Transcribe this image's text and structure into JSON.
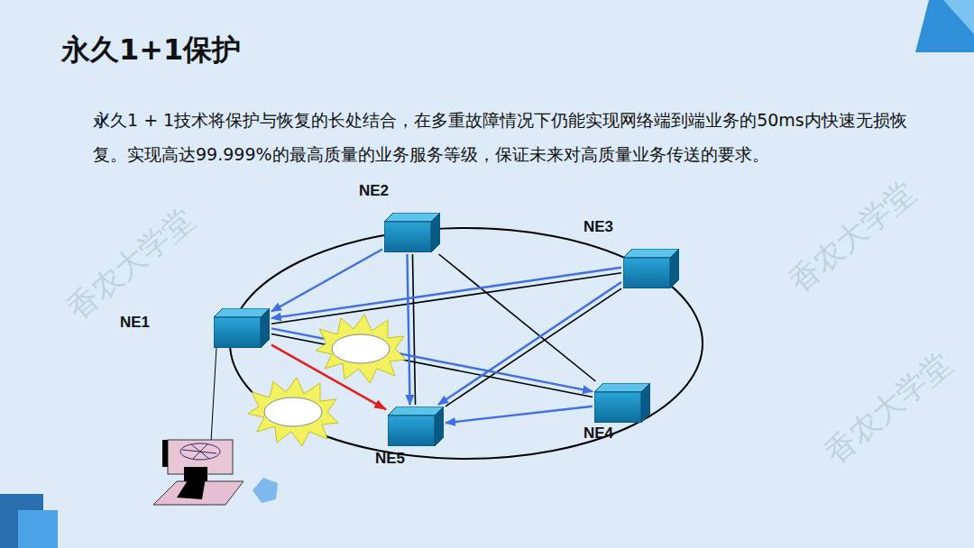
{
  "diagram": {
    "title": "永久1+1保护",
    "nodes": [
      {
        "text": [
          "NE2"
        ]
      },
      {
        "text": [
          "NE3"
        ]
      },
      {
        "text": [
          "NE1"
        ]
      },
      {
        "text": [
          "NE4"
        ]
      },
      {
        "text": [
          "NE5"
        ]
      }
    ],
    "edges": [
      {
        "from": 2,
        "to": 1,
        "arrow": "none"
      },
      {
        "from": 2,
        "to": 3,
        "arrow": "none"
      },
      {
        "from": 0,
        "to": 3,
        "arrow": "none"
      },
      {
        "from": 0,
        "to": 4,
        "arrow": "none"
      },
      {
        "from": 1,
        "to": 4,
        "arrow": "none"
      },
      {
        "from": 0,
        "to": 2,
        "arrow": "to"
      },
      {
        "from": 1,
        "to": 2,
        "arrow": "to"
      },
      {
        "from": 0,
        "to": 4,
        "arrow": "to"
      },
      {
        "from": 1,
        "to": 4,
        "arrow": "to"
      },
      {
        "from": 3,
        "to": 4,
        "arrow": "to"
      },
      {
        "from": 2,
        "to": 3,
        "arrow": "to"
      },
      {
        "from": 2,
        "to": 4,
        "arrow": "to"
      }
    ],
    "labels": [
      "永久1 + 1技术将保护与恢复的长处结合，在多重故障情况下仍能实现网络端到端业务的50ms内快速无损恢复。实现高达99.999%的最高质量的业务服务等级，保证未来对高质量业务传送的要求。",
      "香农大学堂",
      "香农大学堂",
      "香农大学堂"
    ]
  }
}
